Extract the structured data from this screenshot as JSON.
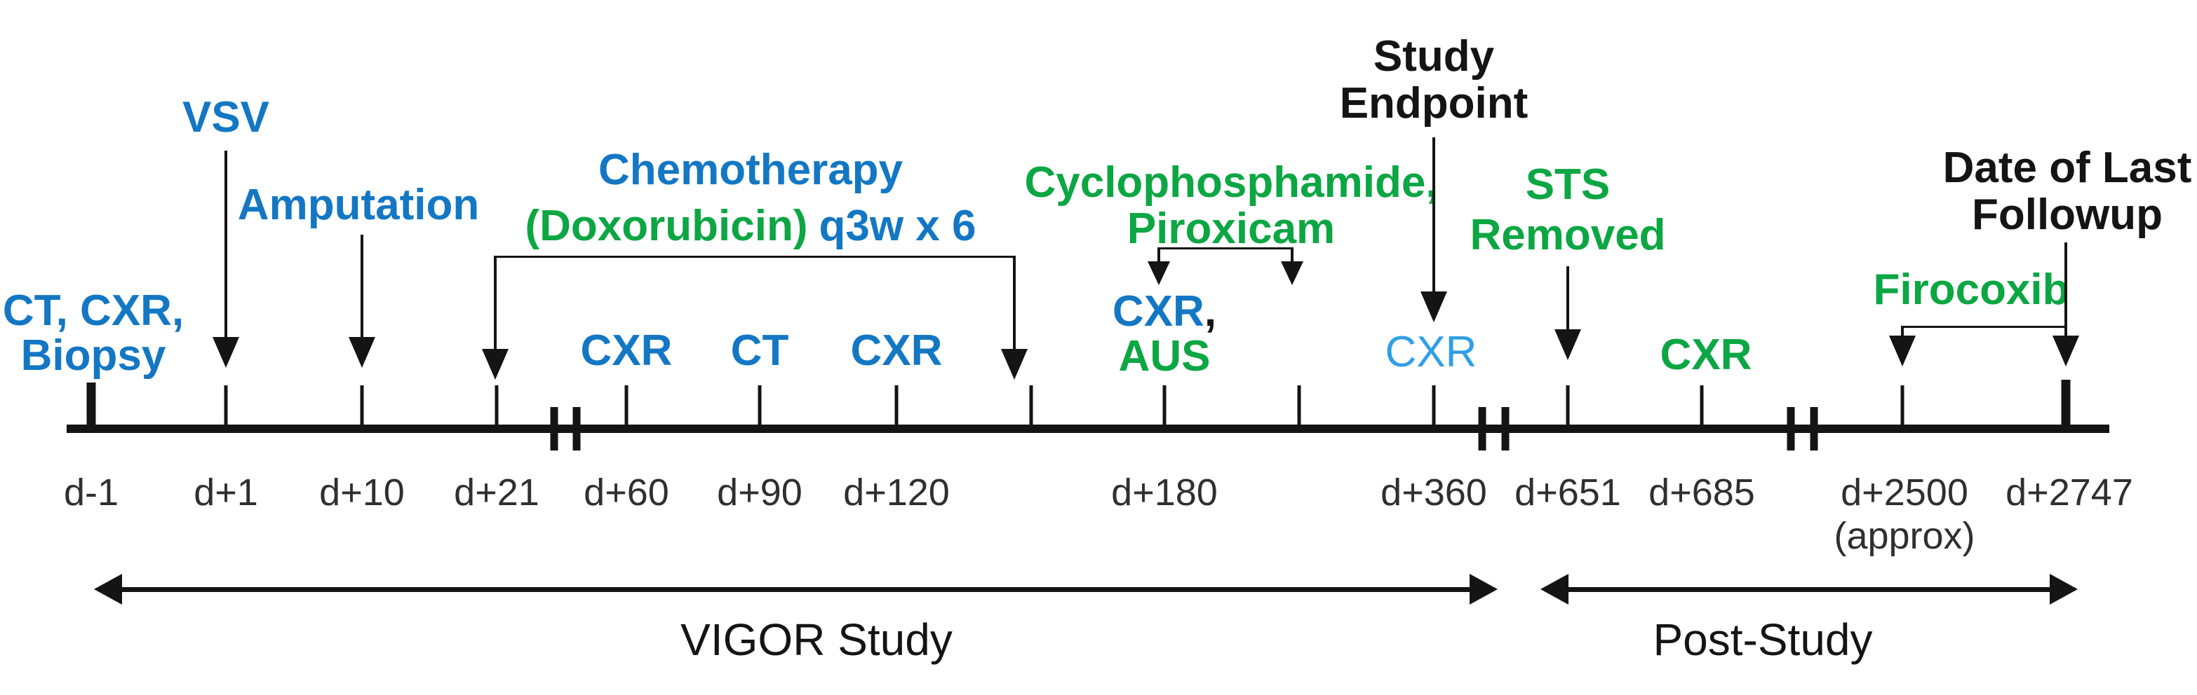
{
  "colors": {
    "ink": "#141414",
    "label": "#2f2f2f",
    "blue": "#1377c4",
    "light_blue": "#2f9fe6",
    "green": "#0ca643"
  },
  "axis_labels": [
    "d-1",
    "d+1",
    "d+10",
    "d+21",
    "d+60",
    "d+90",
    "d+120",
    "d+180",
    "d+360",
    "d+651",
    "d+685",
    "d+2500",
    "d+2747"
  ],
  "approx_note": "(approx)",
  "events": {
    "baseline": {
      "line1": "CT, CXR,",
      "line2": "Biopsy"
    },
    "vsv": "VSV",
    "amputation": "Amputation",
    "chemo": {
      "line1": "Chemotherapy",
      "line2_green": "(Doxorubicin)",
      "line2_blue": "q3w x 6"
    },
    "cxr_d60": "CXR",
    "ct_d90": "CT",
    "cxr_d120": "CXR",
    "cyclo": {
      "line1": "Cyclophosphamide,",
      "line2": "Piroxicam"
    },
    "cxr_aus": {
      "cxr": "CXR",
      "comma": ",",
      "aus": "AUS"
    },
    "study_endpoint": {
      "line1": "Study",
      "line2": "Endpoint"
    },
    "cxr_d360": "CXR",
    "sts": {
      "line1": "STS",
      "line2": "Removed"
    },
    "cxr_d685": "CXR",
    "followup": {
      "line1": "Date of Last",
      "line2": "Followup"
    },
    "firocoxib": "Firocoxib"
  },
  "ranges": {
    "vigor": "VIGOR Study",
    "post": "Post-Study"
  }
}
